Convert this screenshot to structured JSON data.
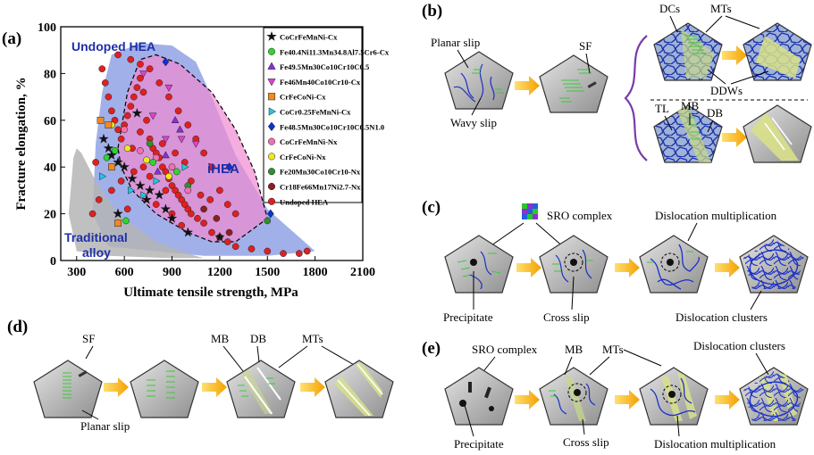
{
  "panels": {
    "a": "(a)",
    "b": "(b)",
    "c": "(c)",
    "d": "(d)",
    "e": "(e)"
  },
  "chart_data": {
    "type": "scatter",
    "xlabel": "Ultimate tensile strength, MPa",
    "ylabel": "Fracture elongation, %",
    "xlim": [
      200,
      2100
    ],
    "ylim": [
      0,
      100
    ],
    "xticks": [
      "300",
      "600",
      "900",
      "1200",
      "1500",
      "1800",
      "2100"
    ],
    "yticks": [
      "0",
      "20",
      "40",
      "60",
      "80",
      "100"
    ],
    "region_labels": {
      "undoped": "Undoped HEA",
      "ihea": "iHEA",
      "traditional_1": "Traditional",
      "traditional_2": "alloy"
    },
    "regions": [
      {
        "key": "undoped",
        "color": "#7b8fe0",
        "points": [
          [
            420,
            50
          ],
          [
            460,
            72
          ],
          [
            520,
            88
          ],
          [
            700,
            93
          ],
          [
            900,
            92
          ],
          [
            1050,
            85
          ],
          [
            1150,
            70
          ],
          [
            1300,
            45
          ],
          [
            1500,
            22
          ],
          [
            1700,
            10
          ],
          [
            1800,
            4
          ],
          [
            1500,
            2
          ],
          [
            1100,
            2
          ],
          [
            800,
            4
          ],
          [
            500,
            6
          ],
          [
            400,
            20
          ]
        ]
      },
      {
        "key": "ihea",
        "color": "#f08ad0",
        "points": [
          [
            560,
            48
          ],
          [
            620,
            72
          ],
          [
            700,
            86
          ],
          [
            800,
            88
          ],
          [
            950,
            84
          ],
          [
            1150,
            72
          ],
          [
            1300,
            56
          ],
          [
            1420,
            38
          ],
          [
            1500,
            18
          ],
          [
            1300,
            8
          ],
          [
            1150,
            8
          ],
          [
            1000,
            12
          ],
          [
            800,
            20
          ],
          [
            650,
            30
          ],
          [
            580,
            40
          ]
        ]
      },
      {
        "key": "traditional",
        "color": "#b5b5b5",
        "points": [
          [
            280,
            44
          ],
          [
            300,
            48
          ],
          [
            330,
            46
          ],
          [
            420,
            34
          ],
          [
            560,
            20
          ],
          [
            800,
            8
          ],
          [
            1000,
            3
          ],
          [
            1100,
            1
          ],
          [
            900,
            1
          ],
          [
            500,
            2
          ],
          [
            300,
            4
          ],
          [
            250,
            20
          ]
        ]
      }
    ],
    "series": [
      {
        "name": "CoCrFeMnNi-Cx",
        "marker": "star",
        "color": "#111111",
        "points": [
          [
            470,
            52
          ],
          [
            500,
            48
          ],
          [
            520,
            45
          ],
          [
            560,
            42
          ],
          [
            600,
            40
          ],
          [
            650,
            35
          ],
          [
            700,
            32
          ],
          [
            760,
            30
          ],
          [
            820,
            28
          ],
          [
            860,
            22
          ],
          [
            900,
            18
          ],
          [
            1000,
            12
          ],
          [
            1200,
            10
          ],
          [
            680,
            63
          ],
          [
            560,
            20
          ],
          [
            740,
            26
          ]
        ]
      },
      {
        "name": "Fe40.4Ni11.3Mn34.8Al7.5Cr6-Cx",
        "marker": "circle",
        "color": "#2fd62f",
        "points": [
          [
            490,
            44
          ],
          [
            540,
            47
          ],
          [
            780,
            42
          ],
          [
            930,
            38
          ],
          [
            610,
            17
          ]
        ]
      },
      {
        "name": "Fe49.5Mn30Co10Cr10C0.5",
        "marker": "triangle-up",
        "color": "#8a2be2",
        "points": [
          [
            810,
            38
          ],
          [
            860,
            45
          ],
          [
            920,
            60
          ],
          [
            950,
            56
          ]
        ]
      },
      {
        "name": "Fe46Mn40Co10Cr10-Cx",
        "marker": "triangle-down",
        "color": "#e040d0",
        "points": [
          [
            780,
            62
          ],
          [
            860,
            52
          ],
          [
            960,
            52
          ],
          [
            1050,
            50
          ],
          [
            880,
            74
          ],
          [
            720,
            80
          ]
        ]
      },
      {
        "name": "CrFeCoNi-Cx",
        "marker": "square",
        "color": "#f08a20",
        "points": [
          [
            450,
            60
          ],
          [
            500,
            58
          ],
          [
            560,
            16
          ],
          [
            520,
            40
          ]
        ]
      },
      {
        "name": "CoCr0.25FeMnNi-Cx",
        "marker": "triangle-right",
        "color": "#20c8e8",
        "points": [
          [
            640,
            30
          ],
          [
            720,
            28
          ],
          [
            800,
            34
          ],
          [
            460,
            36
          ],
          [
            980,
            40
          ]
        ]
      },
      {
        "name": "Fe48.5Mn30Co10Cr10C0.5N1.0",
        "marker": "diamond",
        "color": "#1030d0",
        "points": [
          [
            860,
            85
          ],
          [
            1260,
            40
          ],
          [
            1520,
            20
          ]
        ]
      },
      {
        "name": "CoCrFeMnNi-Nx",
        "marker": "circle",
        "color": "#f070b0",
        "points": [
          [
            600,
            56
          ],
          [
            700,
            47
          ],
          [
            800,
            44
          ],
          [
            900,
            40
          ],
          [
            1000,
            30
          ]
        ]
      },
      {
        "name": "CrFeCoNi-Nx",
        "marker": "circle",
        "color": "#f0e820",
        "points": [
          [
            520,
            58
          ],
          [
            620,
            48
          ],
          [
            740,
            43
          ],
          [
            880,
            36
          ]
        ]
      },
      {
        "name": "Fe20Mn30Co10Cr10-Nx",
        "marker": "circle",
        "color": "#309030",
        "points": [
          [
            760,
            50
          ],
          [
            1000,
            32
          ],
          [
            1500,
            17
          ]
        ]
      },
      {
        "name": "Cr18Fe66Mn17Ni2.7-Nx",
        "marker": "circle",
        "color": "#8b2020",
        "points": [
          [
            1100,
            22
          ],
          [
            1180,
            18
          ],
          [
            1260,
            12
          ]
        ]
      },
      {
        "name": "Undoped HEA",
        "marker": "circle",
        "color": "#e02020",
        "points": [
          [
            400,
            20
          ],
          [
            420,
            42
          ],
          [
            440,
            26
          ],
          [
            460,
            82
          ],
          [
            480,
            76
          ],
          [
            500,
            70
          ],
          [
            520,
            64
          ],
          [
            540,
            60
          ],
          [
            560,
            56
          ],
          [
            580,
            52
          ],
          [
            600,
            58
          ],
          [
            620,
            62
          ],
          [
            640,
            66
          ],
          [
            660,
            70
          ],
          [
            680,
            74
          ],
          [
            700,
            78
          ],
          [
            720,
            72
          ],
          [
            740,
            60
          ],
          [
            760,
            52
          ],
          [
            780,
            48
          ],
          [
            800,
            46
          ],
          [
            820,
            44
          ],
          [
            840,
            40
          ],
          [
            860,
            38
          ],
          [
            880,
            35
          ],
          [
            900,
            32
          ],
          [
            920,
            30
          ],
          [
            940,
            28
          ],
          [
            960,
            26
          ],
          [
            980,
            24
          ],
          [
            1000,
            22
          ],
          [
            1020,
            20
          ],
          [
            1060,
            18
          ],
          [
            1100,
            16
          ],
          [
            1150,
            12
          ],
          [
            1200,
            10
          ],
          [
            1250,
            8
          ],
          [
            1300,
            6
          ],
          [
            1400,
            5
          ],
          [
            1500,
            4
          ],
          [
            1600,
            3
          ],
          [
            1700,
            3
          ],
          [
            1750,
            4
          ],
          [
            560,
            88
          ],
          [
            640,
            86
          ],
          [
            700,
            84
          ],
          [
            760,
            82
          ],
          [
            820,
            76
          ],
          [
            880,
            70
          ],
          [
            940,
            64
          ],
          [
            1000,
            58
          ],
          [
            1050,
            52
          ],
          [
            1100,
            46
          ],
          [
            1150,
            40
          ],
          [
            1200,
            30
          ],
          [
            1250,
            24
          ],
          [
            1300,
            20
          ],
          [
            520,
            30
          ],
          [
            580,
            34
          ],
          [
            660,
            38
          ],
          [
            720,
            40
          ],
          [
            800,
            24
          ],
          [
            860,
            30
          ],
          [
            900,
            20
          ],
          [
            960,
            15
          ],
          [
            650,
            48
          ],
          [
            700,
            55
          ],
          [
            760,
            36
          ],
          [
            840,
            50
          ],
          [
            920,
            46
          ],
          [
            980,
            42
          ],
          [
            620,
            22
          ],
          [
            1020,
            34
          ],
          [
            1080,
            28
          ],
          [
            1140,
            26
          ]
        ]
      }
    ]
  },
  "diagrams": {
    "b": {
      "planar_slip": "Planar slip",
      "wavy_slip": "Wavy slip",
      "sf": "SF",
      "dcs": "DCs",
      "mts": "MTs",
      "ddws": "DDWs",
      "tl": "TL",
      "mb": "MB",
      "db": "DB"
    },
    "c": {
      "sro_complex": "SRO complex",
      "dislocation_multiplication": "Dislocation multiplication",
      "precipitate": "Precipitate",
      "cross_slip": "Cross slip",
      "dislocation_clusters": "Dislocation clusters"
    },
    "d": {
      "sf": "SF",
      "mb": "MB",
      "db": "DB",
      "mts": "MTs",
      "planar_slip": "Planar slip"
    },
    "e": {
      "sro_complex": "SRO complex",
      "mb": "MB",
      "mts": "MTs",
      "dislocation_clusters": "Dislocation clusters",
      "precipitate": "Precipitate",
      "cross_slip": "Cross slip",
      "dislocation_multiplication": "Dislocation multiplication"
    }
  }
}
